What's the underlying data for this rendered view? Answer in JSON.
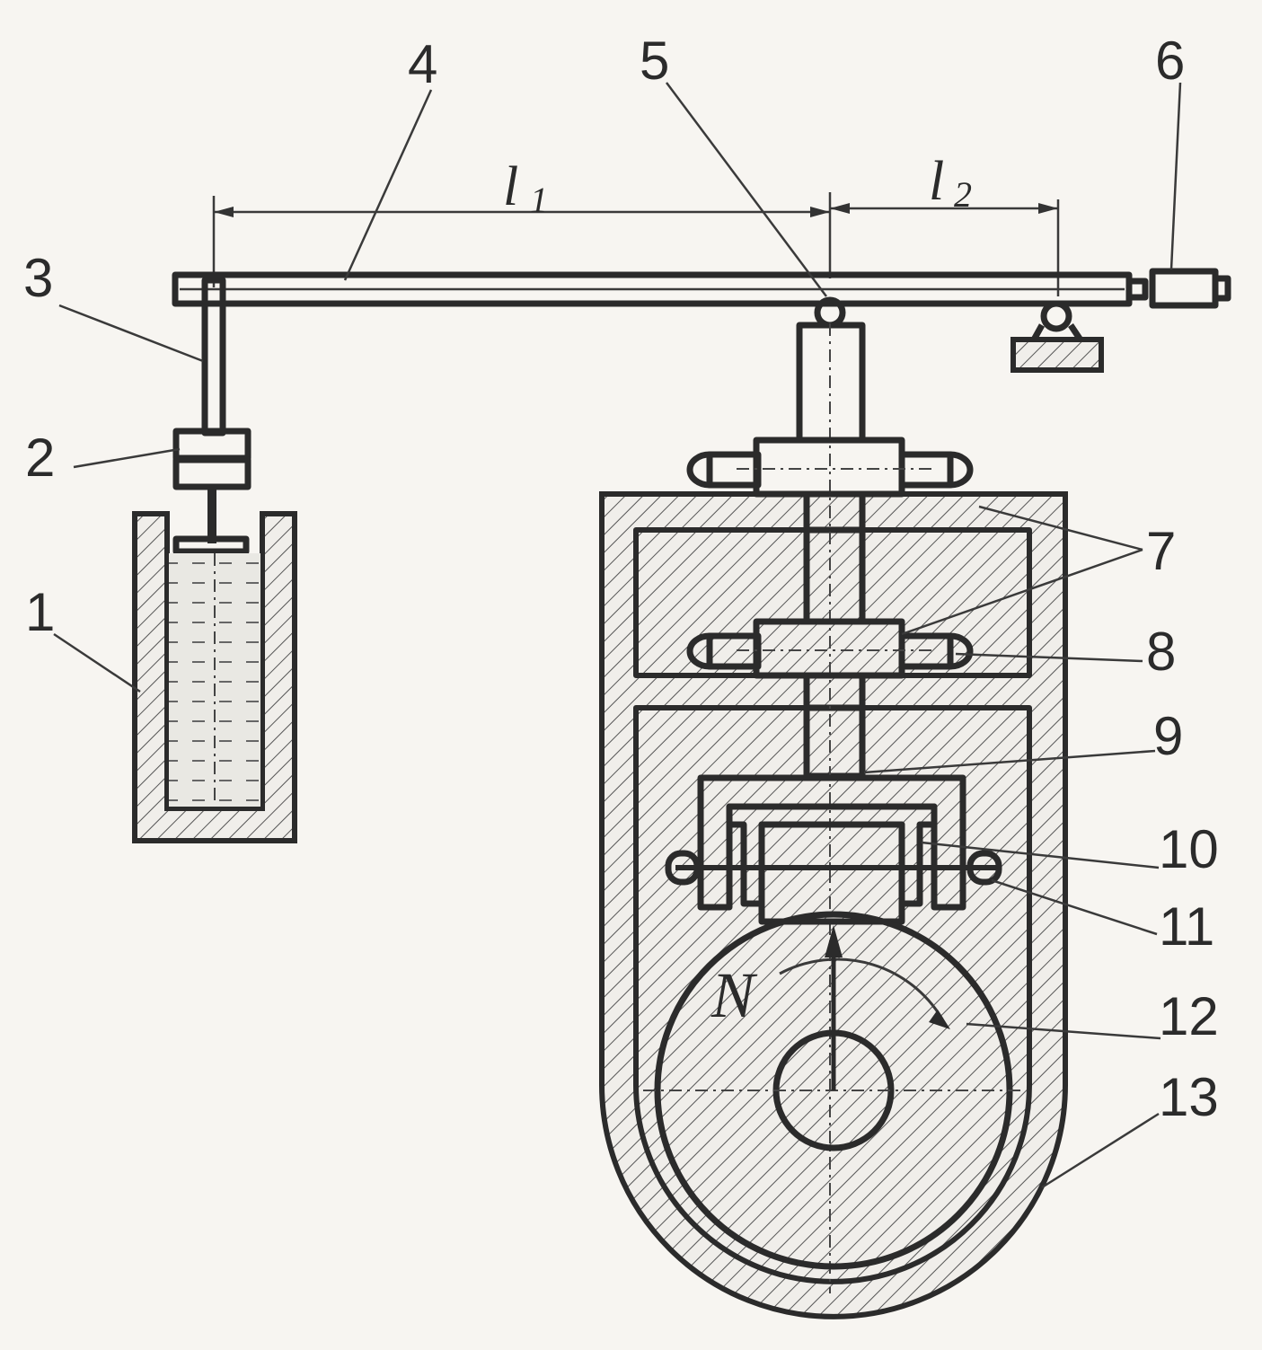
{
  "labels": {
    "n1": "1",
    "n2": "2",
    "n3": "3",
    "n4": "4",
    "n5": "5",
    "n6": "6",
    "n7": "7",
    "n8": "8",
    "n9": "9",
    "n10": "10",
    "n11": "11",
    "n12": "12",
    "n13": "13"
  },
  "dimensions": {
    "l1": "l",
    "l1_sub": "1",
    "l2": "l",
    "l2_sub": "2"
  },
  "force": "N",
  "colors": {
    "ink": "#2b2b2b",
    "paper": "#f7f5f1",
    "liquid": "#dcdcd8"
  }
}
